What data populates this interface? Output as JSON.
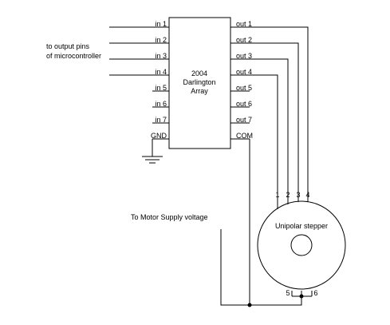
{
  "chip": {
    "name_line1": "2004",
    "name_line2": "Darlington",
    "name_line3": "Array",
    "inputs": [
      "in 1",
      "in 2",
      "in 3",
      "in 4",
      "in 5",
      "in 6",
      "in 7",
      "GND"
    ],
    "outputs": [
      "out 1",
      "out 2",
      "out 3",
      "out 4",
      "out 5",
      "out 6",
      "out 7",
      "COM"
    ]
  },
  "labels": {
    "micro_line1": "to output pins",
    "micro_line2": "of microcontroller",
    "supply": "To Motor Supply voltage"
  },
  "motor": {
    "name": "Unipolar stepper",
    "top_leads": [
      "1",
      "2",
      "3",
      "4"
    ],
    "bottom_leads": [
      "5",
      "6"
    ]
  }
}
